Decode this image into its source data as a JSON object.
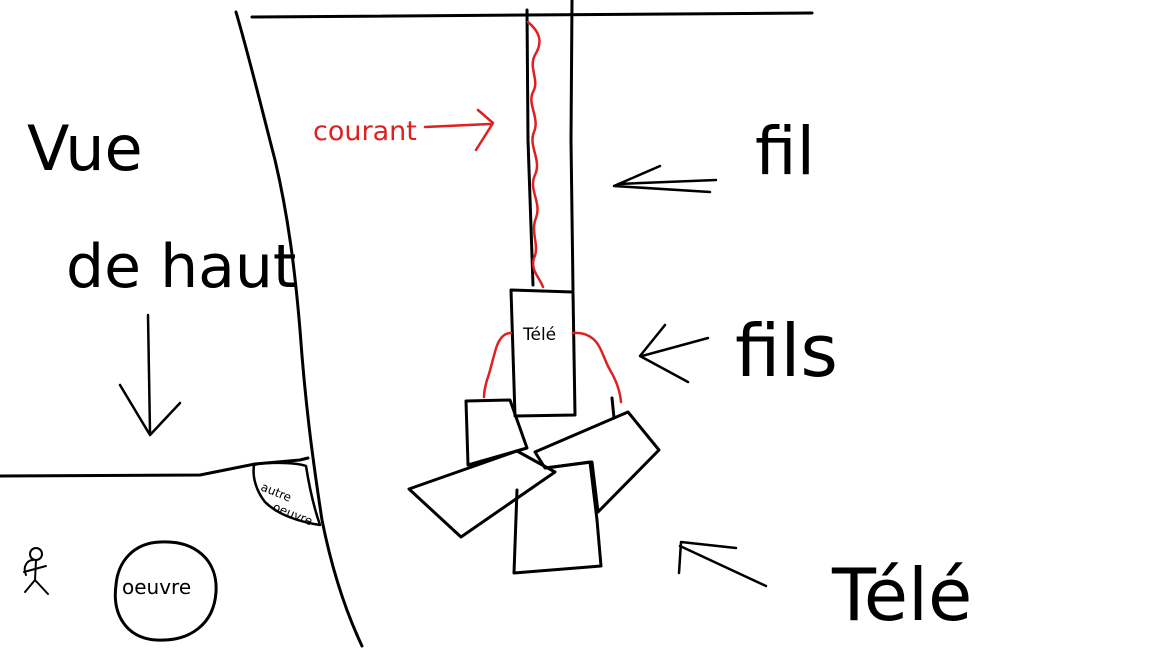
{
  "colors": {
    "ink": "#000000",
    "current": "#e02020",
    "background": "#ffffff"
  },
  "labels": {
    "vue": "Vue",
    "de_haut": "de haut",
    "courant": "courant",
    "fil": "fil",
    "fils": "fils",
    "tele_big": "Télé",
    "tele_small": "Télé",
    "autre_oeuvre_line1": "autre",
    "autre_oeuvre_line2": "oeuvre",
    "oeuvre": "oeuvre"
  },
  "icons": {
    "person": "stick-figure-icon"
  }
}
